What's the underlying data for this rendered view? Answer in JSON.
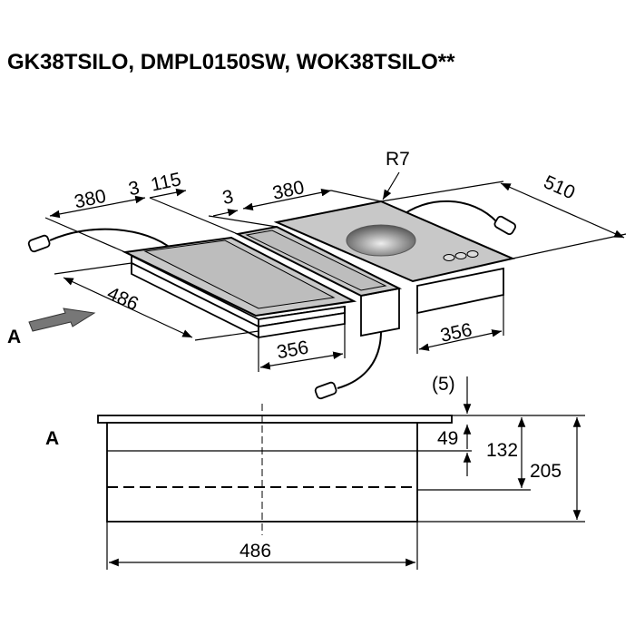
{
  "title": "GK38TSILO, DMPL0150SW, WOK38TSILO**",
  "view_label": "A",
  "section_label": "A",
  "iso_dimensions": {
    "w_left": "380",
    "gap1": "3",
    "w_mid": "115",
    "gap2": "3",
    "w_right": "380",
    "radius": "R7",
    "depth_right": "510",
    "depth_left": "486",
    "body_left": "356",
    "body_right": "356"
  },
  "section_dimensions": {
    "overhang": "(5)",
    "plate_49": "49",
    "h_132": "132",
    "h_205": "205",
    "width": "486"
  }
}
